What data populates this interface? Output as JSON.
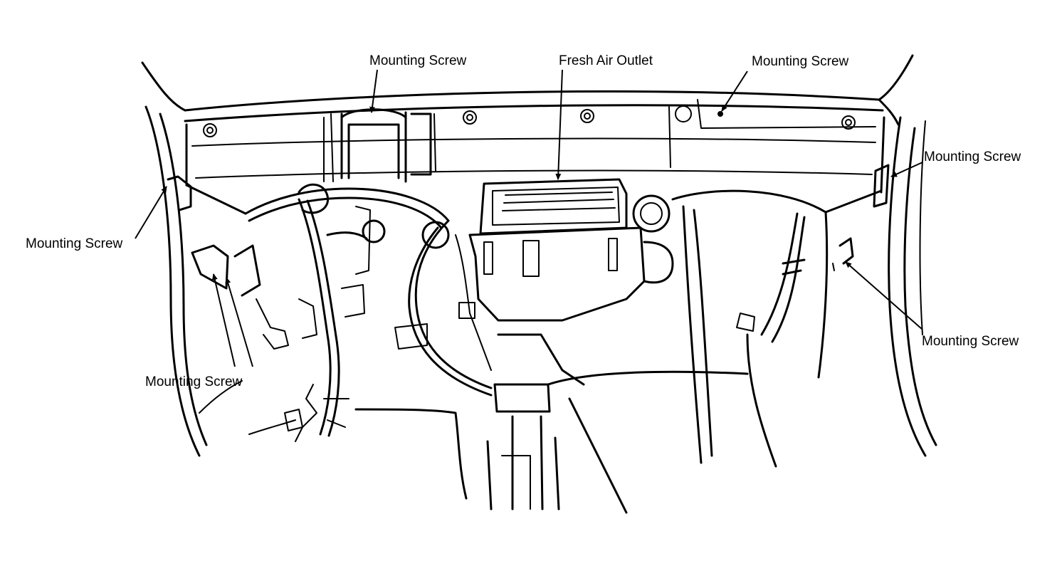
{
  "labels": {
    "top_left_screw": "Mounting Screw",
    "fresh_air_outlet": "Fresh Air Outlet",
    "top_right_screw": "Mounting Screw",
    "right_upper_screw": "Mounting Screw",
    "left_screw": "Mounting Screw",
    "right_lower_screw": "Mounting Screw",
    "bottom_left_screw": "Mounting Screw"
  }
}
